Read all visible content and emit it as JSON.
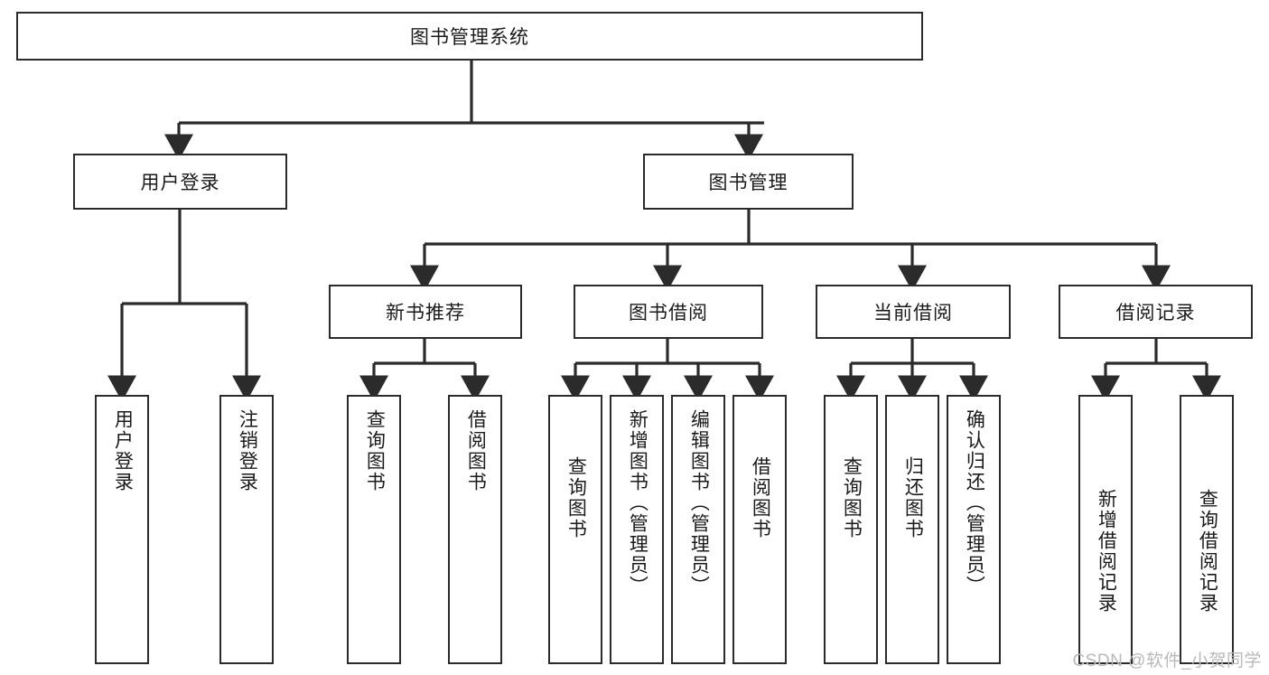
{
  "diagram": {
    "type": "tree-hierarchy-chart",
    "title": "图书管理系统",
    "watermark": "CSDN @软件_小贺同学",
    "colors": {
      "stroke": "#2b2b2b",
      "fill": "#ffffff",
      "text": "#1a1a1a",
      "watermark": "#b9b9b9"
    },
    "levels": {
      "root": {
        "label": "图书管理系统"
      },
      "level2": [
        {
          "label": "用户登录"
        },
        {
          "label": "图书管理"
        }
      ],
      "level3": [
        {
          "label": "新书推荐"
        },
        {
          "label": "图书借阅"
        },
        {
          "label": "当前借阅"
        },
        {
          "label": "借阅记录"
        }
      ],
      "leaves": {
        "user_login": [
          {
            "label": "用户登录"
          },
          {
            "label": "注销登录"
          }
        ],
        "new_book_recommend": [
          {
            "label": "查询图书"
          },
          {
            "label": "借阅图书"
          }
        ],
        "book_borrow": [
          {
            "label": "查询图书"
          },
          {
            "label": "新增图书（管理员）"
          },
          {
            "label": "编辑图书（管理员）"
          },
          {
            "label": "借阅图书"
          }
        ],
        "current_borrow": [
          {
            "label": "查询图书"
          },
          {
            "label": "归还图书"
          },
          {
            "label": "确认归还（管理员）"
          }
        ],
        "borrow_records": [
          {
            "label": "新增借阅记录"
          },
          {
            "label": "查询借阅记录"
          }
        ]
      }
    }
  }
}
